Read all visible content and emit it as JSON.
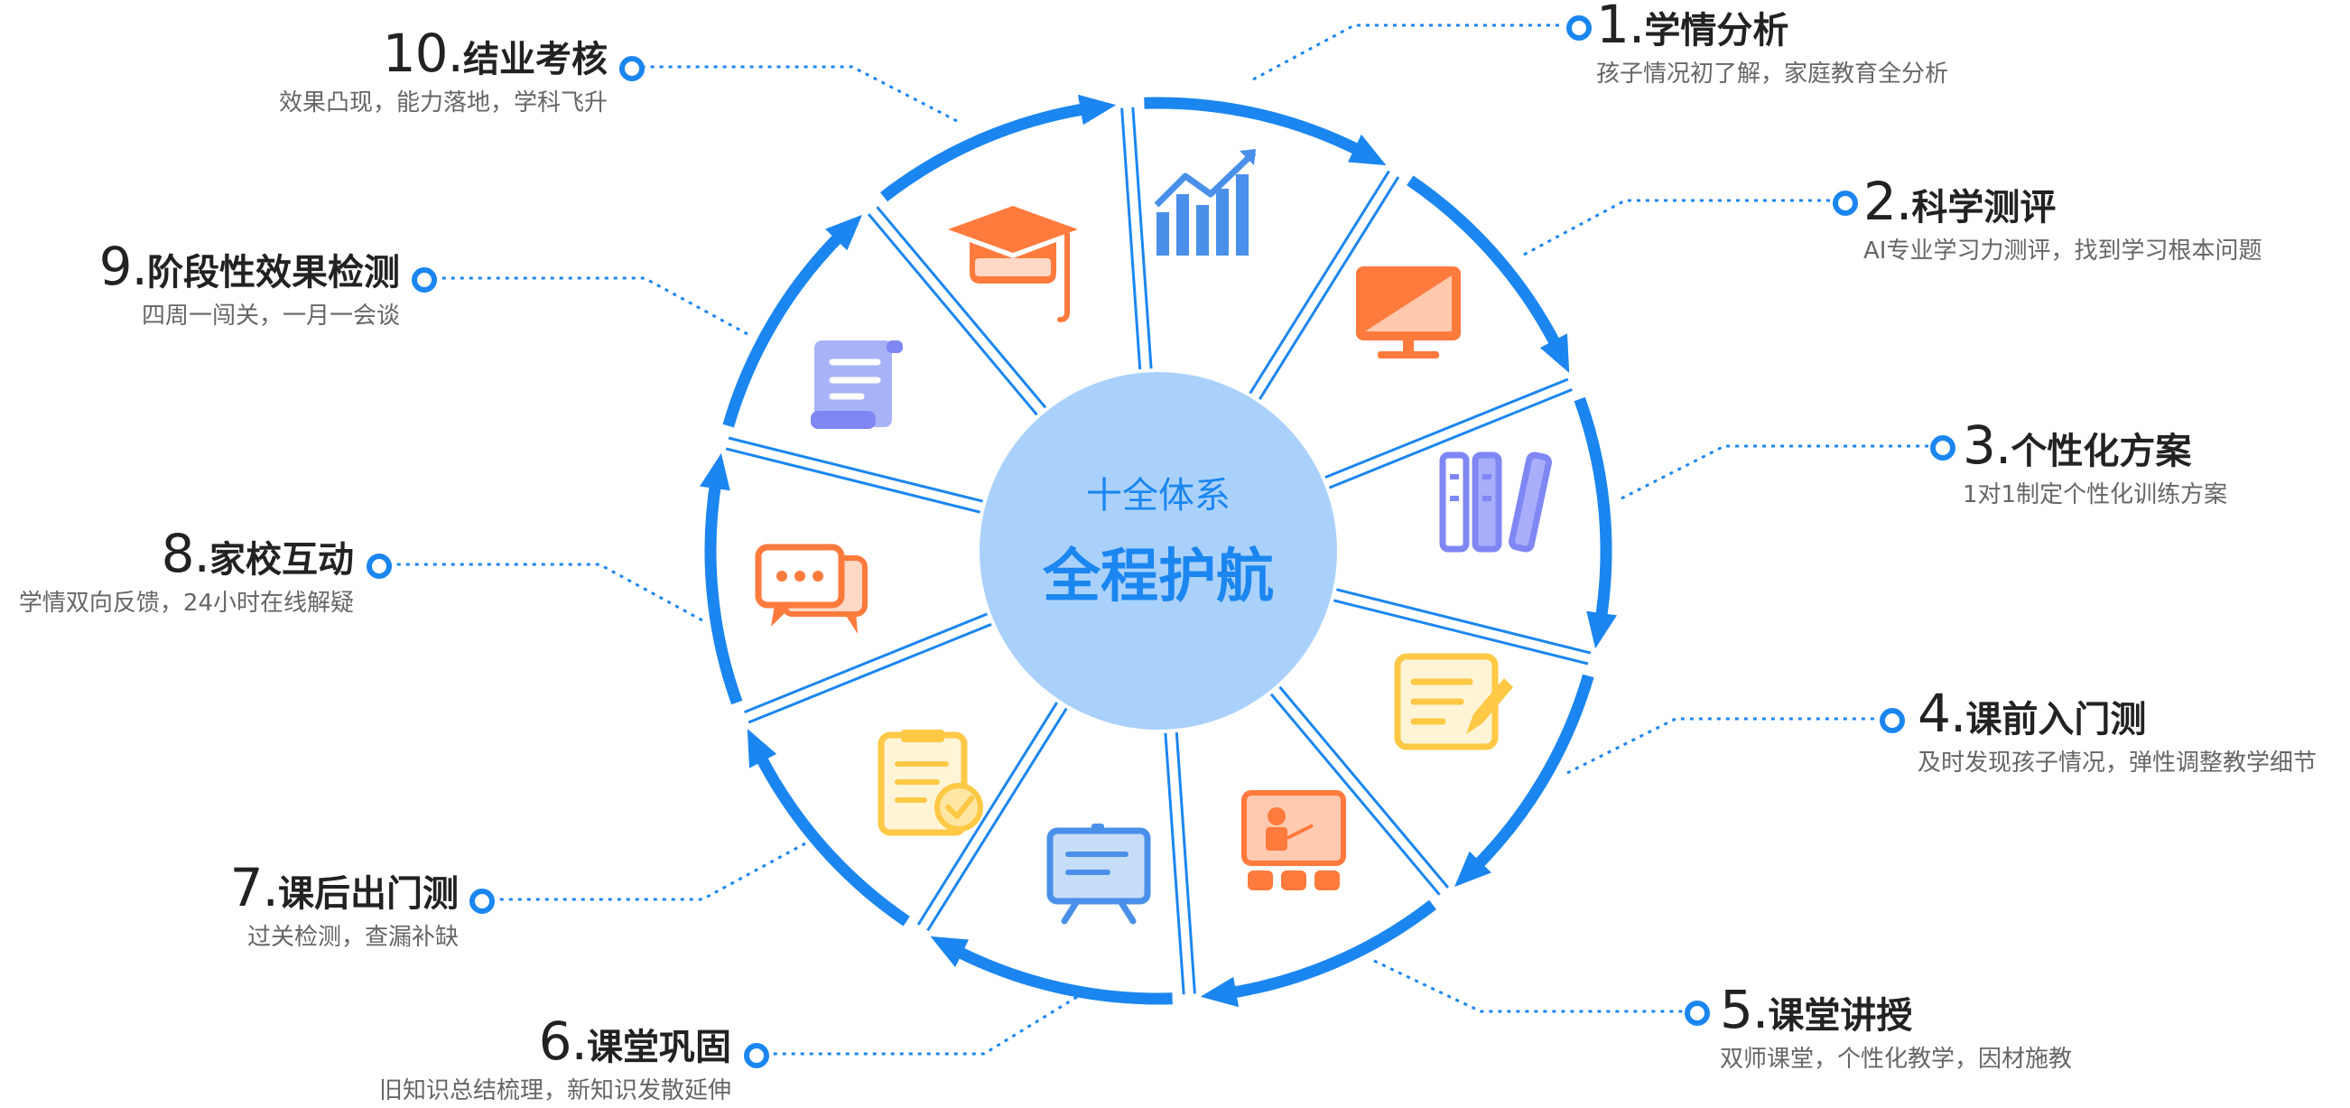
{
  "center": {
    "line1": "十全体系",
    "line2": "全程护航"
  },
  "steps": [
    {
      "num": "1.",
      "name": "学情分析",
      "desc": "孩子情况初了解，家庭教育全分析",
      "icon": "growth-chart-icon"
    },
    {
      "num": "2.",
      "name": "科学测评",
      "desc": "AI专业学习力测评，找到学习根本问题",
      "icon": "monitor-icon"
    },
    {
      "num": "3.",
      "name": "个性化方案",
      "desc": "1对1制定个性化训练方案",
      "icon": "books-icon"
    },
    {
      "num": "4.",
      "name": "课前入门测",
      "desc": "及时发现孩子情况，弹性调整教学细节",
      "icon": "notepad-pencil-icon"
    },
    {
      "num": "5.",
      "name": "课堂讲授",
      "desc": "双师课堂，个性化教学，因材施教",
      "icon": "classroom-teacher-icon"
    },
    {
      "num": "6.",
      "name": "课堂巩固",
      "desc": "旧知识总结梳理，新知识发散延伸",
      "icon": "easel-board-icon"
    },
    {
      "num": "7.",
      "name": "课后出门测",
      "desc": "过关检测，查漏补缺",
      "icon": "checklist-icon"
    },
    {
      "num": "8.",
      "name": "家校互动",
      "desc": "学情双向反馈，24小时在线解疑",
      "icon": "chat-bubbles-icon"
    },
    {
      "num": "9.",
      "name": "阶段性效果检测",
      "desc": "四周一闯关，一月一会谈",
      "icon": "scroll-document-icon"
    },
    {
      "num": "10.",
      "name": "结业考核",
      "desc": "效果凸现，能力落地，学科飞升",
      "icon": "graduation-cap-icon"
    }
  ],
  "colors": {
    "ring_blue": "#1b86f0",
    "center_fill": "#a9d1fb",
    "center_text": "#1b86f0",
    "icon_orange": "#ff7a3d",
    "icon_purple": "#7f87f5",
    "icon_yellow": "#ffc845",
    "icon_blue": "#4a90ea"
  }
}
